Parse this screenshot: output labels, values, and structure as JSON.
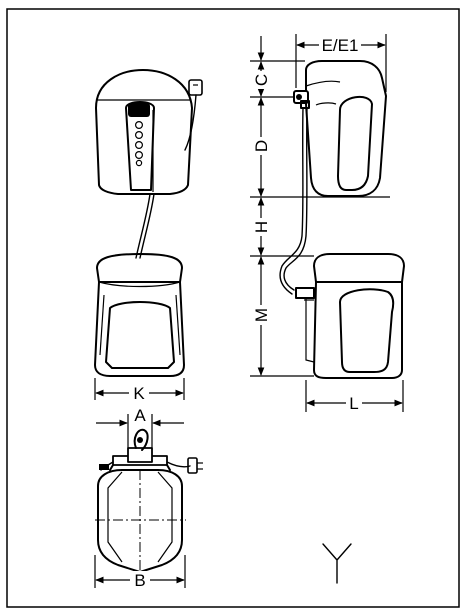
{
  "labels": {
    "c": "C",
    "d": "D",
    "e": "E/E1",
    "h": "H",
    "m": "M",
    "k": "K",
    "l": "L",
    "a": "A",
    "b": "B"
  },
  "icons": {
    "corner_mark": "y-shaped-mark-icon"
  }
}
